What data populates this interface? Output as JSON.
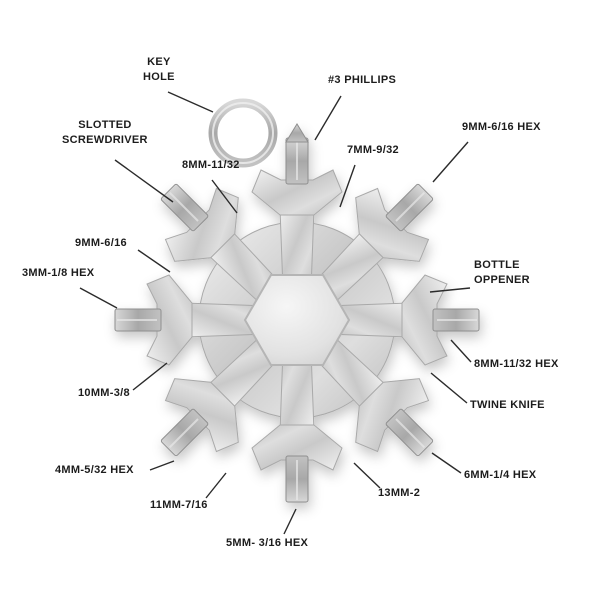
{
  "diagram": {
    "labels": {
      "key_hole": "KEY\nHOLE",
      "phillips": "#3 PHILLIPS",
      "hex_9mm_616": "9MM-6/16 HEX",
      "slotted": "SLOTTED\nSCREWDRIVER",
      "mm8_1132": "8MM-11/32",
      "mm7_932": "7MM-9/32",
      "mm9_616": "9MM-6/16",
      "hex_3mm": "3MM-1/8 HEX",
      "bottle": "BOTTLE\nOPPENER",
      "mm10_38": "10MM-3/8",
      "hex_8mm_1132": "8MM-11/32 HEX",
      "twine": "TWINE KNIFE",
      "hex_4mm": "4MM-5/32 HEX",
      "mm11_716": "11MM-7/16",
      "mm13_2": "13MM-2",
      "hex_6mm": "6MM-1/4 HEX",
      "hex_5mm": "5MM- 3/16 HEX"
    },
    "colors": {
      "metal_light": "#f0f0f0",
      "metal_mid": "#c7c7c7",
      "metal_dark": "#9e9e9e",
      "line": "#2b2b2b",
      "text": "#1c1c1c"
    }
  }
}
